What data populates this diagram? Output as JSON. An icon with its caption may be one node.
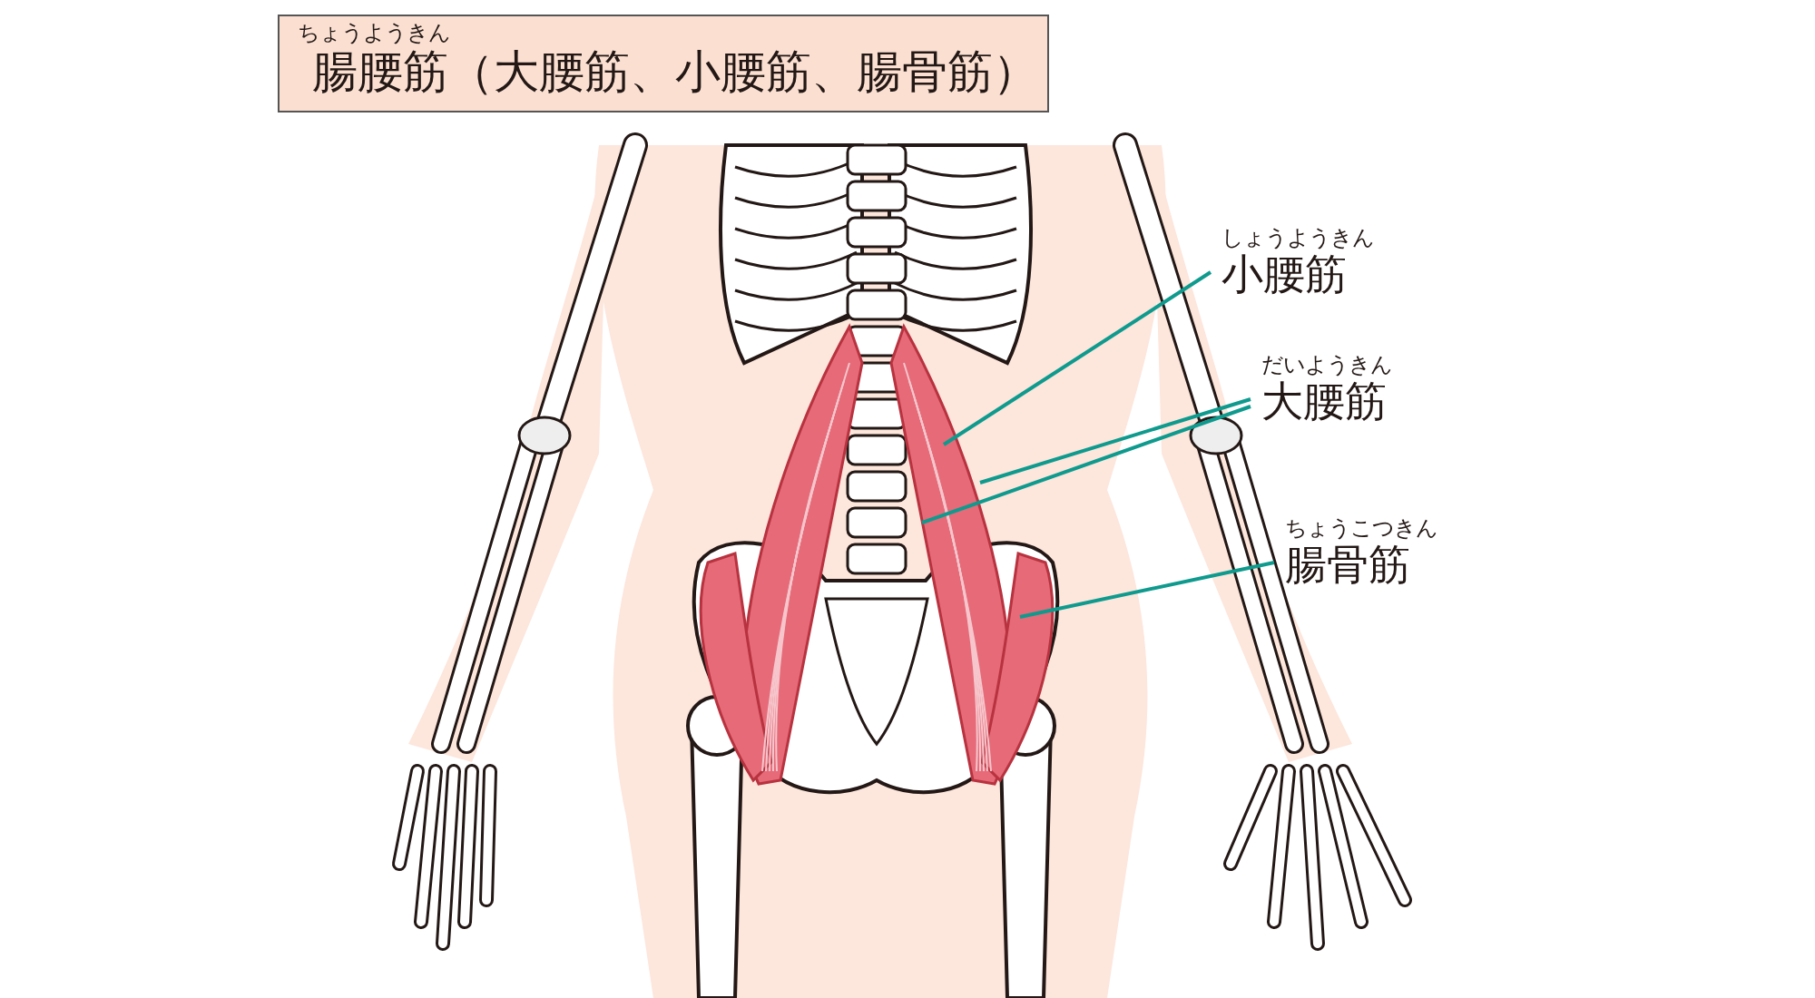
{
  "diagram": {
    "nodes": [
      {
        "text": [
          "ちょうようきん",
          "腸腰筋（大腰筋、小腰筋、腸骨筋）"
        ]
      },
      {
        "text": [
          "しょうようきん",
          "小腰筋"
        ]
      },
      {
        "text": [
          "だいようきん",
          "大腰筋"
        ]
      },
      {
        "text": [
          "ちょうこつきん",
          "腸骨筋"
        ]
      }
    ],
    "edges": [
      {
        "from": 1,
        "to": null,
        "arrow": "none"
      },
      {
        "from": 2,
        "to": null,
        "arrow": "none"
      },
      {
        "from": 2,
        "to": null,
        "arrow": "none"
      },
      {
        "from": 3,
        "to": null,
        "arrow": "none"
      }
    ]
  }
}
